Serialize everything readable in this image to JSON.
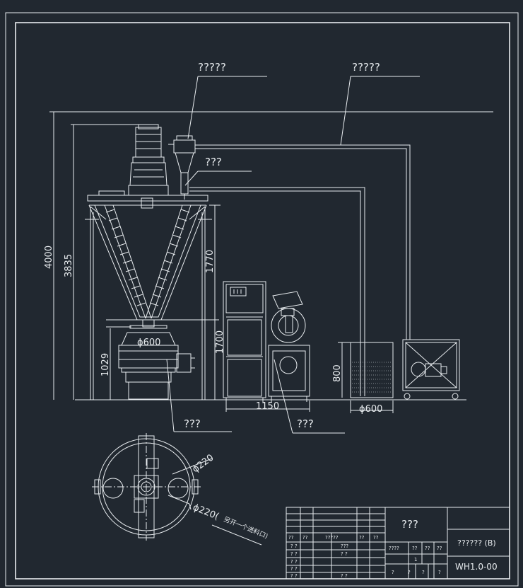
{
  "callouts": {
    "top_left": "?????",
    "top_right": "?????",
    "feeder": "???",
    "screen": "???",
    "mill": "???"
  },
  "dimensions": {
    "overall_height": "4000",
    "mixer_height": "3835",
    "cone_height": "1770",
    "cabinet_height": "1700",
    "screen_height": "1029",
    "screen_dia": "ϕ600",
    "cabinet_width": "1150",
    "bin_height": "800",
    "bin_width": "ϕ600",
    "port_dia_1": "ϕ220",
    "port_dia_2": "ϕ220(",
    "port_note": "另开一个进料口)"
  },
  "title_block": {
    "title": "???",
    "drawing_name": "?????? (B)",
    "drawing_no": "WH1.0-00",
    "header_cells": [
      "??",
      "??",
      "?????",
      "??",
      "??"
    ],
    "row_cells": [
      "? ?",
      "???",
      "? ?",
      "? ?",
      "? ?",
      "? ?",
      "? ?",
      "? ?"
    ],
    "mid_cells": [
      "????",
      "??",
      "??",
      "??"
    ],
    "mid_value": "1",
    "bottom_cells": [
      "?",
      "?",
      "?",
      "?"
    ]
  }
}
